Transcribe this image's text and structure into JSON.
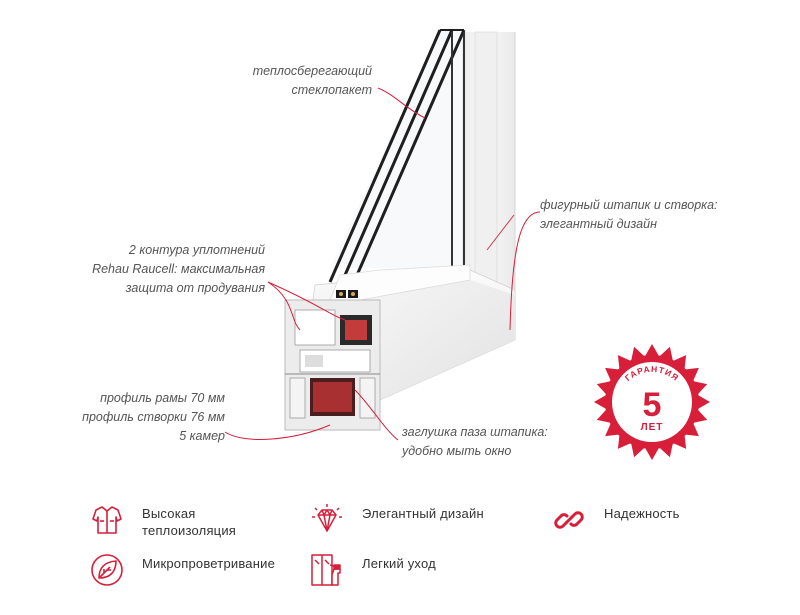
{
  "callouts": {
    "glass": [
      "теплосберегающий",
      "стеклопакет"
    ],
    "bead": [
      "фигурный штапик и створка:",
      "элегантный дизайн"
    ],
    "seal": [
      "2 контура уплотнений",
      "Rehau Raucell: максимальная",
      "защита от продувания"
    ],
    "profile": [
      "профиль рамы 70 мм",
      "профиль створки 76 мм",
      "5 камер"
    ],
    "plug": [
      "заглушка паза штапика:",
      "удобно мыть окно"
    ]
  },
  "badge": {
    "top_text": "ГАРАНТИЯ",
    "number": "5",
    "unit": "ЛЕТ"
  },
  "features": [
    {
      "label": [
        "Высокая",
        "теплоизоляция"
      ],
      "icon": "jacket-icon"
    },
    {
      "label": [
        "Элегантный дизайн"
      ],
      "icon": "diamond-icon"
    },
    {
      "label": [
        "Надежность"
      ],
      "icon": "chain-link-icon"
    },
    {
      "label": [
        "Микропроветривание"
      ],
      "icon": "leaf-icon"
    },
    {
      "label": [
        "Легкий уход"
      ],
      "icon": "window-cleaning-icon"
    }
  ],
  "colors": {
    "accent": "#d71f3a",
    "text": "#555555",
    "frame": "#f2f2f2",
    "glass_edge": "#222222"
  }
}
